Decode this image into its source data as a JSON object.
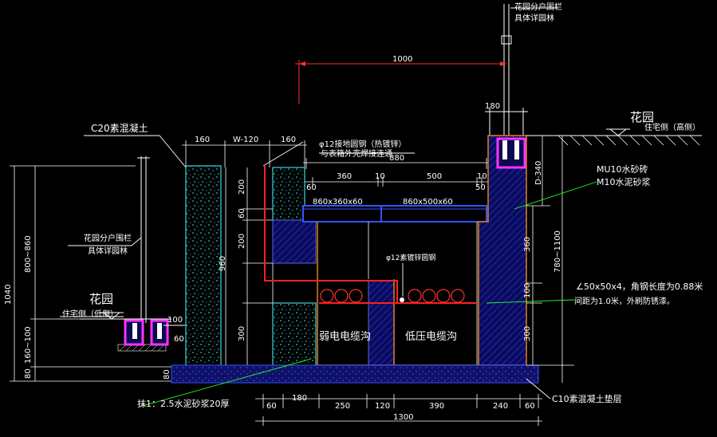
{
  "annotations": {
    "fence_top": "花园分户围栏",
    "fence_top_sub": "具体详园林",
    "garden_right": "花园",
    "house_high": "住宅侧（高侧）",
    "garden_left": "花园",
    "house_low": "住宅侧（低侧）",
    "fence_left": "花园分户围栏",
    "fence_left_sub": "具体详园林",
    "c20": "C20素混凝土",
    "ground_steel": "φ12接地圆钢（热镀锌）",
    "ground_steel_sub": "与表箱外壳焊接连通",
    "mu10": "MU10水砂砖",
    "m10": "M10水泥砂浆",
    "angle_steel": "∠50x50x4，角钢长度为0.88米",
    "angle_steel_sub": "间距为1.0米，外刷防锈漆。",
    "round_steel": "φ12素镀锌圆钢",
    "weak_trench": "弱电电缆沟",
    "low_trench": "低压电缆沟",
    "plaster": "抹1：2.5水泥砂浆20厚",
    "c10": "C10素混凝土垫层",
    "cover1": "860x360x60",
    "cover2": "860x500x60",
    "base_label": "?"
  },
  "dims": {
    "d1000": "1000",
    "d180": "180",
    "d160a": "160",
    "dW": "W-120",
    "d160b": "160",
    "d880": "880",
    "d360": "360",
    "d10a": "10",
    "d500": "500",
    "d10b": "10",
    "d60a": "60",
    "d50": "50",
    "dD340": "D-340",
    "d1040": "1040",
    "d800_860": "800~860",
    "d160_100": "160~100",
    "d80a": "80",
    "d200a": "200",
    "d60b": "60",
    "d200b": "200",
    "d960": "960",
    "d300": "300",
    "d100": "100",
    "d60c": "60",
    "d80b": "80",
    "d360v": "360",
    "d780_1100": "780~1100",
    "d100v": "100",
    "d300v": "300",
    "b60a": "60",
    "b180": "180",
    "b250": "250",
    "b120": "120",
    "b390": "390",
    "b240": "240",
    "b60b": "60",
    "b1300": "1300"
  }
}
